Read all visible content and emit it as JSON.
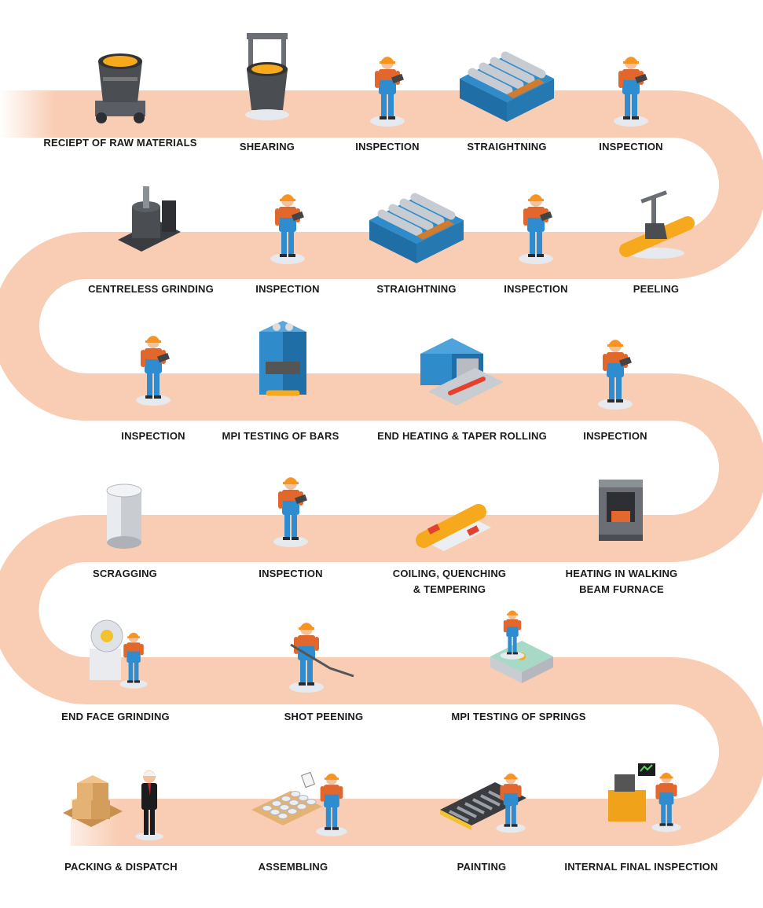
{
  "colors": {
    "path": "#f9cdb3",
    "path_fade": "#ffffff",
    "worker_shirt": "#e2672d",
    "worker_pants": "#2e8ccf",
    "helmet": "#f7931e",
    "machine_blue": "#2f8bc9",
    "roller_grey": "#c7ccd3",
    "molten": "#f7a91e",
    "steel_dark": "#4a4d52",
    "box_tan": "#e4b274"
  },
  "steps": [
    {
      "label": "RECIEPT OF RAW MATERIALS",
      "icon": "ladle-cart-icon"
    },
    {
      "label": "SHEARING",
      "icon": "crane-ladle-icon"
    },
    {
      "label": "INSPECTION",
      "icon": "inspector-worker-icon"
    },
    {
      "label": "STRAIGHTNING",
      "icon": "roller-straightener-icon"
    },
    {
      "label": "INSPECTION",
      "icon": "inspector-worker-icon"
    },
    {
      "label": "PEELING",
      "icon": "peeling-machine-icon"
    },
    {
      "label": "INSPECTION",
      "icon": "inspector-worker-icon"
    },
    {
      "label": "STRAIGHTNING",
      "icon": "roller-straightener-icon"
    },
    {
      "label": "INSPECTION",
      "icon": "inspector-worker-icon"
    },
    {
      "label": "CENTRELESS GRINDING",
      "icon": "grinding-machine-icon"
    },
    {
      "label": "INSPECTION",
      "icon": "inspector-worker-icon"
    },
    {
      "label": "MPI TESTING OF BARS",
      "icon": "mpi-press-icon"
    },
    {
      "label": "END HEATING & TAPER ROLLING",
      "icon": "furnace-rolling-icon"
    },
    {
      "label": "INSPECTION",
      "icon": "inspector-worker-icon"
    },
    {
      "label": "HEATING IN WALKING",
      "label2": "BEAM FURNACE",
      "icon": "walking-beam-furnace-icon"
    },
    {
      "label": "COILING, QUENCHING",
      "label2": "& TEMPERING",
      "icon": "hot-bar-icon"
    },
    {
      "label": "INSPECTION",
      "icon": "inspector-worker-icon"
    },
    {
      "label": "SCRAGGING",
      "icon": "steel-coil-cylinder-icon"
    },
    {
      "label": "END FACE GRINDING",
      "icon": "end-grinder-worker-icon"
    },
    {
      "label": "SHOT PEENING",
      "icon": "shot-peening-worker-icon"
    },
    {
      "label": "MPI TESTING OF SPRINGS",
      "icon": "mpi-tank-worker-icon"
    },
    {
      "label": "INTERNAL FINAL INSPECTION",
      "icon": "control-panel-worker-icon"
    },
    {
      "label": "PAINTING",
      "icon": "conveyor-painter-icon"
    },
    {
      "label": "ASSEMBLING",
      "icon": "pallet-clipboard-worker-icon"
    },
    {
      "label": "PACKING & DISPATCH",
      "icon": "boxes-businessman-icon"
    }
  ]
}
